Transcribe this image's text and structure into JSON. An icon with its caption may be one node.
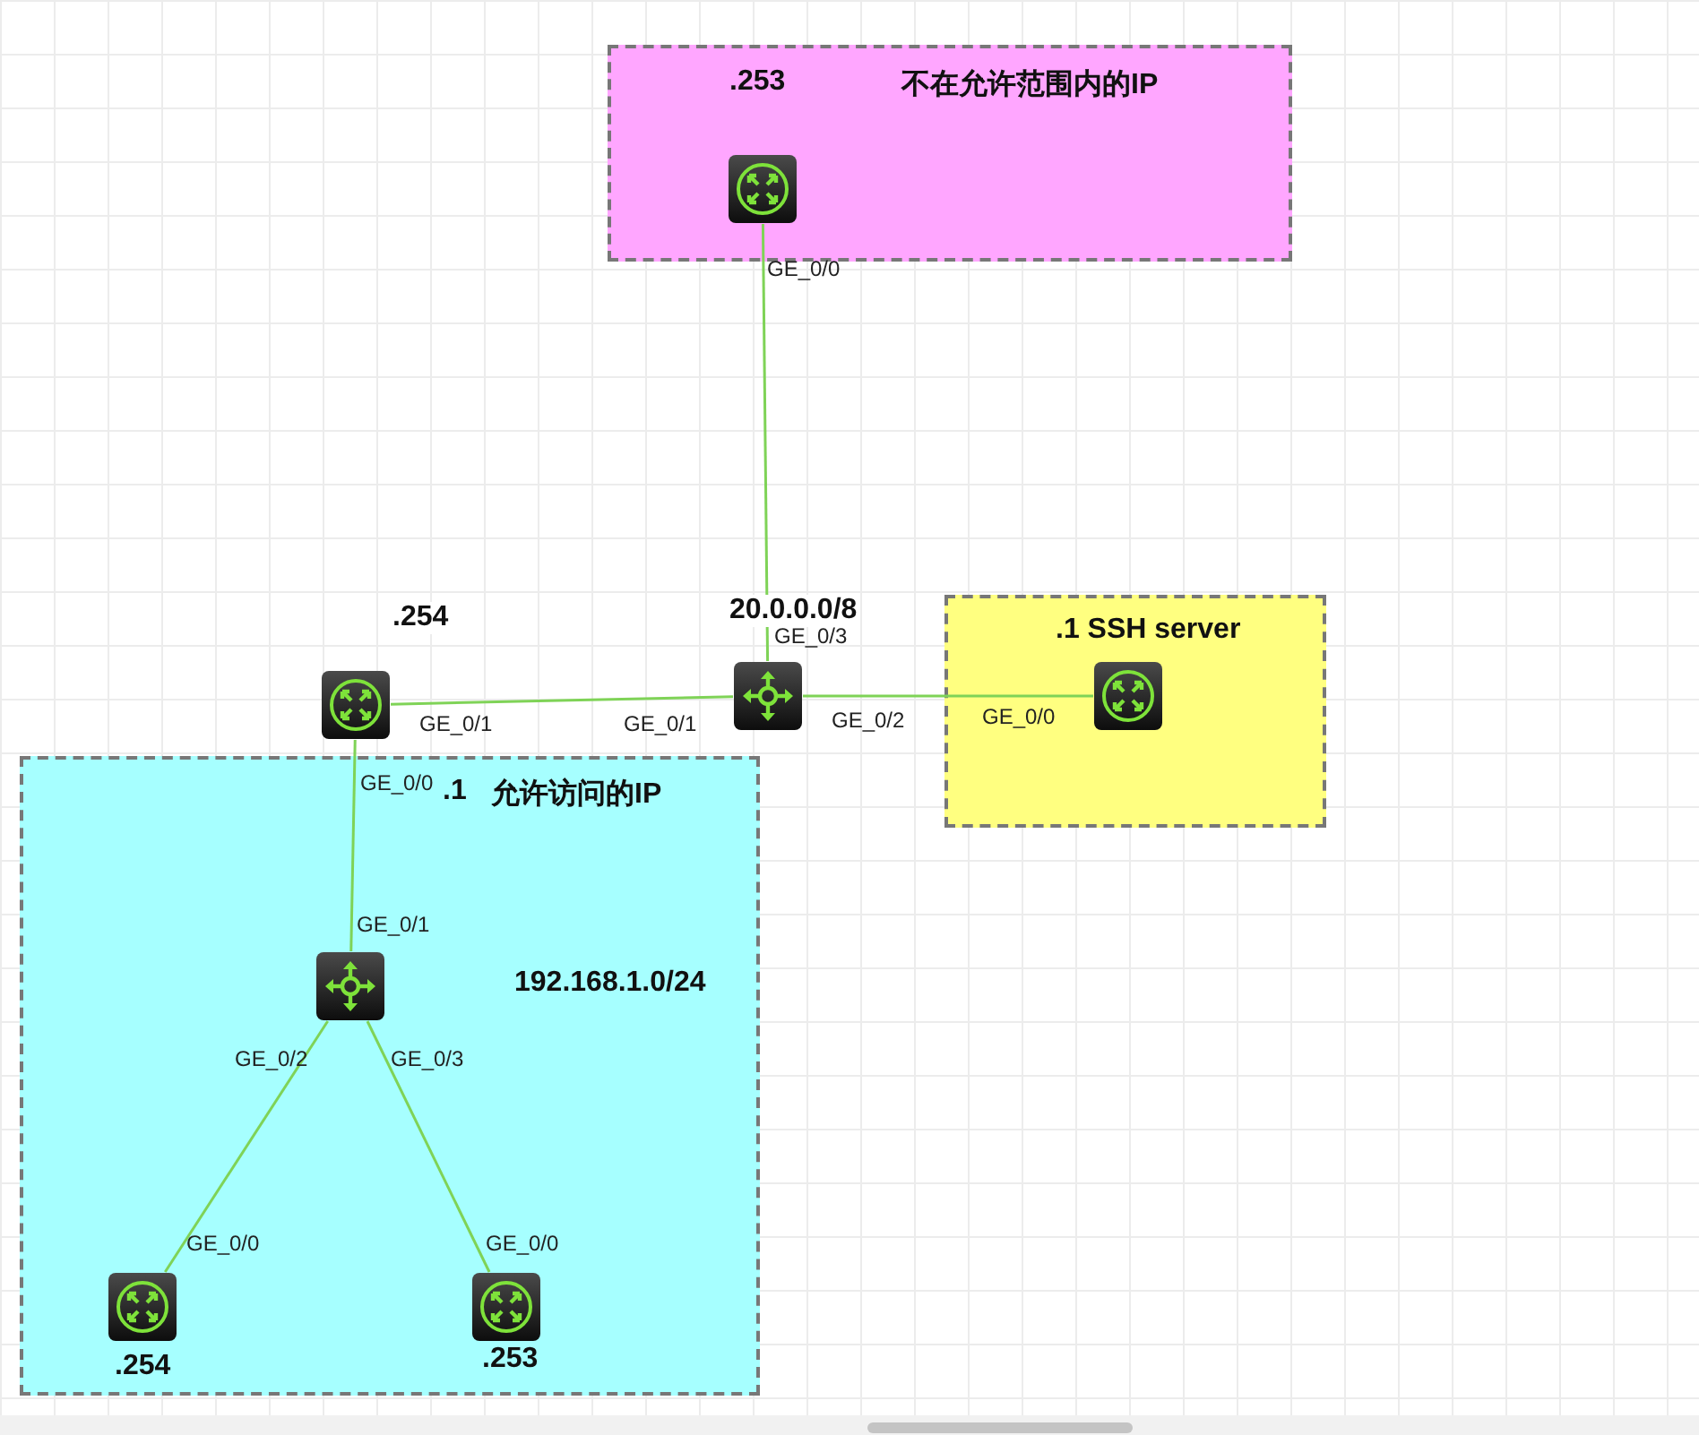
{
  "diagram": {
    "nodes": [
      {
        "text": [
          "不在允许范围内的IP"
        ]
      },
      {
        "text": [],
        "shape": "router",
        "in": 0,
        "beside": [
          ".253"
        ]
      },
      {
        "text": [
          ".1 SSH server"
        ]
      },
      {
        "text": [],
        "shape": "router",
        "beside": [
          ".254"
        ]
      },
      {
        "text": [],
        "shape": "switch",
        "beside": [
          "20.0.0.0/8"
        ]
      },
      {
        "text": [],
        "shape": "router",
        "in": 2
      },
      {
        "text": [
          "允许访问的IP"
        ]
      },
      {
        "text": [],
        "shape": "switch",
        "in": 6
      },
      {
        "text": [],
        "shape": "router",
        "in": 6,
        "beside": [
          ".254"
        ]
      },
      {
        "text": [],
        "shape": "router",
        "in": 6,
        "beside": [
          ".253"
        ]
      }
    ],
    "edges": [
      {
        "from": 1,
        "to": 4,
        "arrow": "none"
      },
      {
        "from": 3,
        "to": 4,
        "arrow": "none"
      },
      {
        "from": 4,
        "to": 5,
        "arrow": "none"
      },
      {
        "from": 3,
        "to": 7,
        "arrow": "none"
      },
      {
        "from": 7,
        "to": 8,
        "arrow": "none"
      },
      {
        "from": 7,
        "to": 9,
        "arrow": "none"
      }
    ],
    "labels": [
      "GE_0/0",
      "GE_0/3",
      "GE_0/1",
      "GE_0/1",
      "GE_0/2",
      "GE_0/0",
      "GE_0/0",
      ".1",
      "GE_0/1",
      "192.168.1.0/24",
      "GE_0/2",
      "GE_0/3",
      "GE_0/0",
      "GE_0/0"
    ]
  }
}
